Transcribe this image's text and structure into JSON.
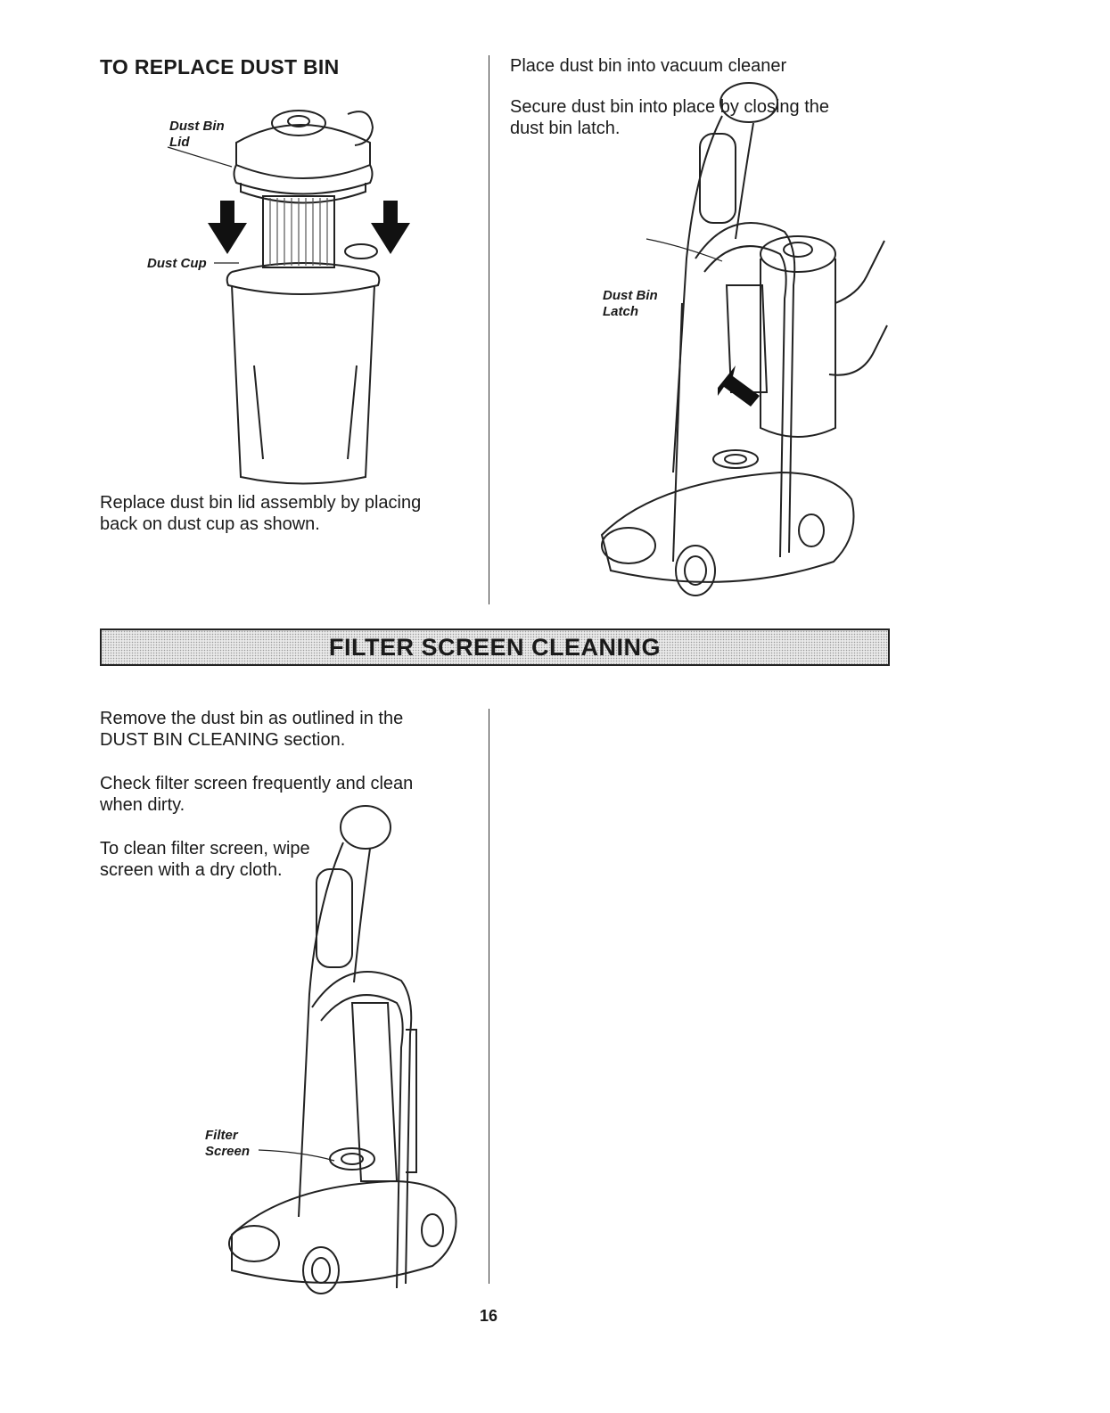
{
  "section1": {
    "heading": "TO REPLACE DUST BIN",
    "caption": "Replace dust bin lid assembly by placing back on dust cup as shown.",
    "labels": {
      "lid_line1": "Dust Bin",
      "lid_line2": "Lid",
      "cup": "Dust Cup"
    }
  },
  "section2": {
    "step1": "Place dust bin into vacuum cleaner",
    "step2": "Secure dust bin into place by closing the dust bin latch.",
    "labels": {
      "latch_line1": "Dust Bin",
      "latch_line2": "Latch"
    }
  },
  "banner": {
    "title": "FILTER SCREEN CLEANING"
  },
  "section3": {
    "para1": "Remove the dust bin as outlined in the DUST BIN CLEANING section.",
    "para2": "Check filter screen frequently and clean when dirty.",
    "para3_line1": "To clean filter screen, wipe",
    "para3_line2": "screen with a dry cloth.",
    "labels": {
      "filter_line1": "Filter",
      "filter_line2": "Screen"
    }
  },
  "footer": {
    "page_number": "16"
  }
}
